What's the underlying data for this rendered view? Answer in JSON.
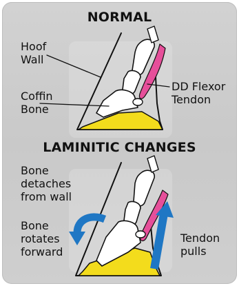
{
  "headings": {
    "normal": "NORMAL",
    "laminitic": "LAMINITIC CHANGES"
  },
  "labels": {
    "hoof_wall_1": "Hoof",
    "hoof_wall_2": "Wall",
    "coffin_bone_1": "Coffin",
    "coffin_bone_2": "Bone",
    "dd_flexor_1": "DD Flexor",
    "dd_flexor_2": "Tendon",
    "bone_detaches_1": "Bone",
    "bone_detaches_2": "detaches",
    "bone_detaches_3": "from wall",
    "bone_rotates_1": "Bone",
    "bone_rotates_2": "rotates",
    "bone_rotates_3": "forward",
    "tendon_pulls_1": "Tendon",
    "tendon_pulls_2": "pulls"
  },
  "colors": {
    "background": "#cbcbcb",
    "bone": "#ffffff",
    "tendon": "#e64f9a",
    "sole": "#f3dc1c",
    "arrow": "#1f77c4",
    "outline": "#111111"
  }
}
